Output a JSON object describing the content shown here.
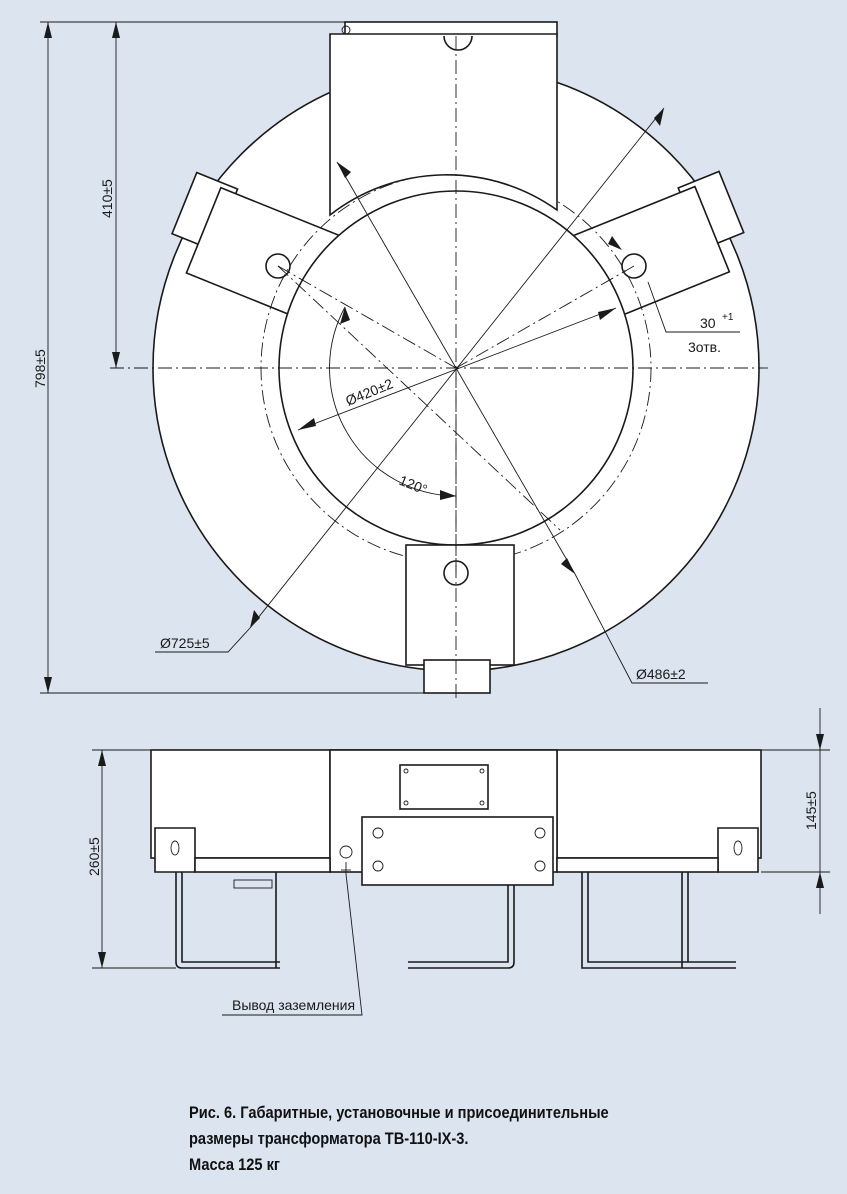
{
  "dimensions": {
    "overall_height": "798±5",
    "upper_height": "410±5",
    "inner_diameter": "Ø420±2",
    "bolt_circle_diameter": "Ø486±2",
    "outer_diameter": "Ø725±5",
    "angle": "120°",
    "hole_size": "30",
    "hole_tolerance": "+1",
    "hole_count": "3отв.",
    "side_height_right": "145±5",
    "side_height_left": "260±5"
  },
  "labels": {
    "grounding": "Вывод заземления"
  },
  "caption": {
    "line1": "Рис. 6. Габаритные, установочные и присоединительные",
    "line2": "размеры трансформатора ТВ-110-IX-3.",
    "line3": "Масса 125 кг"
  },
  "colors": {
    "background": "#dbe4ef",
    "line": "#1a1a1a",
    "fill": "#ffffff"
  }
}
